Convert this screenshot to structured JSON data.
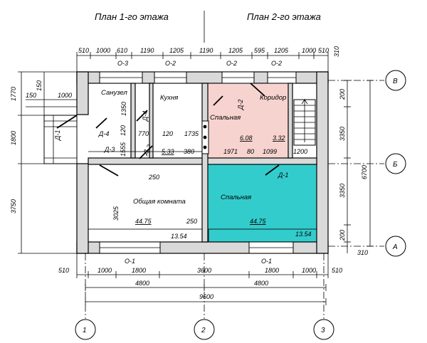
{
  "titles": {
    "floor1": "План 1-го этажа",
    "floor2": "План 2-го этажа"
  },
  "rooms": {
    "bathroom": "Санузел",
    "kitchen": "Кухня",
    "bedroom_upper": "Спальная",
    "corridor": "Коридор",
    "living": "Общая комната",
    "bedroom_lower": "Спальная"
  },
  "door_marks": {
    "d1": "Д-1",
    "d2": "Д-2",
    "d3": "Д-3",
    "d4": "Д-4"
  },
  "window_marks": {
    "o1": "О-1",
    "o2": "О-2",
    "o3": "О-3"
  },
  "interior": {
    "v1350": "1350",
    "v120a": "120",
    "v770": "770",
    "v120b": "120",
    "v1735": "1735",
    "v1555": "1555",
    "area533": "5.33",
    "v380": "380",
    "v250a": "250",
    "area608": "6.08",
    "area332": "3.32",
    "v1971": "1971",
    "v80": "80",
    "v1099": "1099",
    "v1200": "1200",
    "v3025": "3025",
    "area4475a": "44.75",
    "v250b": "250",
    "area4475b": "44.75",
    "v1354a": "13.54",
    "v1354b": "13.54"
  },
  "top_dims": [
    "510",
    "1000",
    "610",
    "1190",
    "1205",
    "1190",
    "1205",
    "595",
    "1205",
    "1000",
    "510",
    "310"
  ],
  "bottom_dims": [
    "510",
    "1000",
    "1800",
    "3600",
    "1800",
    "1000",
    "510"
  ],
  "bottom_totals": {
    "half_left": "4800",
    "half_right": "4800",
    "total": "9600"
  },
  "right_dims": [
    "200",
    "3350",
    "3350",
    "200",
    "310"
  ],
  "left_dims": {
    "0": "1770",
    "1": "1800",
    "2": "3750",
    "porch150a": "150",
    "porch150b": "150",
    "porch1000": "1000"
  },
  "axes_x": [
    "1",
    "2",
    "3"
  ],
  "axes_y": [
    "В",
    "Б",
    "А"
  ]
}
